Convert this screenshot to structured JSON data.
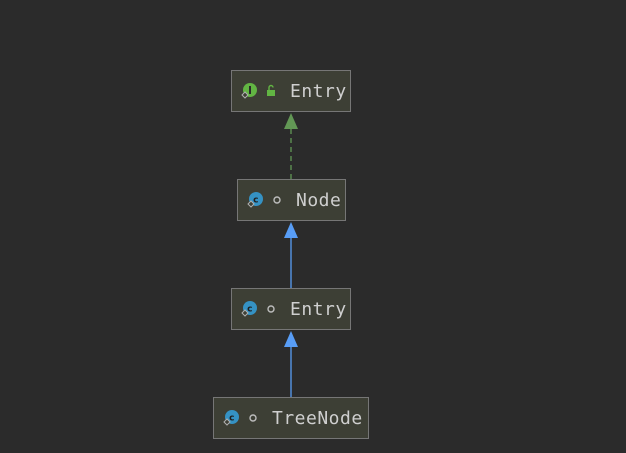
{
  "diagram": {
    "nodes": [
      {
        "id": "entry-interface",
        "label": "Entry",
        "kind": "interface",
        "kind_icon": "interface-icon",
        "visibility": "public",
        "visibility_icon": "unlock-icon"
      },
      {
        "id": "node-class",
        "label": "Node",
        "kind": "class",
        "kind_icon": "class-icon",
        "visibility": "package-private",
        "visibility_icon": "package-private-icon"
      },
      {
        "id": "entry-class",
        "label": "Entry",
        "kind": "class",
        "kind_icon": "class-icon",
        "visibility": "package-private",
        "visibility_icon": "package-private-icon"
      },
      {
        "id": "treenode-class",
        "label": "TreeNode",
        "kind": "class",
        "kind_icon": "class-icon",
        "visibility": "package-private",
        "visibility_icon": "package-private-icon"
      }
    ],
    "edges": [
      {
        "from": "node-class",
        "to": "entry-interface",
        "type": "implements",
        "style": "dashed",
        "color": "#629755"
      },
      {
        "from": "entry-class",
        "to": "node-class",
        "type": "extends",
        "style": "solid",
        "color": "#589df6"
      },
      {
        "from": "treenode-class",
        "to": "entry-class",
        "type": "extends",
        "style": "solid",
        "color": "#589df6"
      }
    ],
    "colors": {
      "background": "#2b2b2b",
      "node_fill": "#3d3f35",
      "node_border": "#767676",
      "node_text": "#cfcfcf",
      "interface_icon": "#62b543",
      "class_icon": "#3592c4",
      "implements_edge": "#629755",
      "extends_edge": "#589df6"
    }
  }
}
